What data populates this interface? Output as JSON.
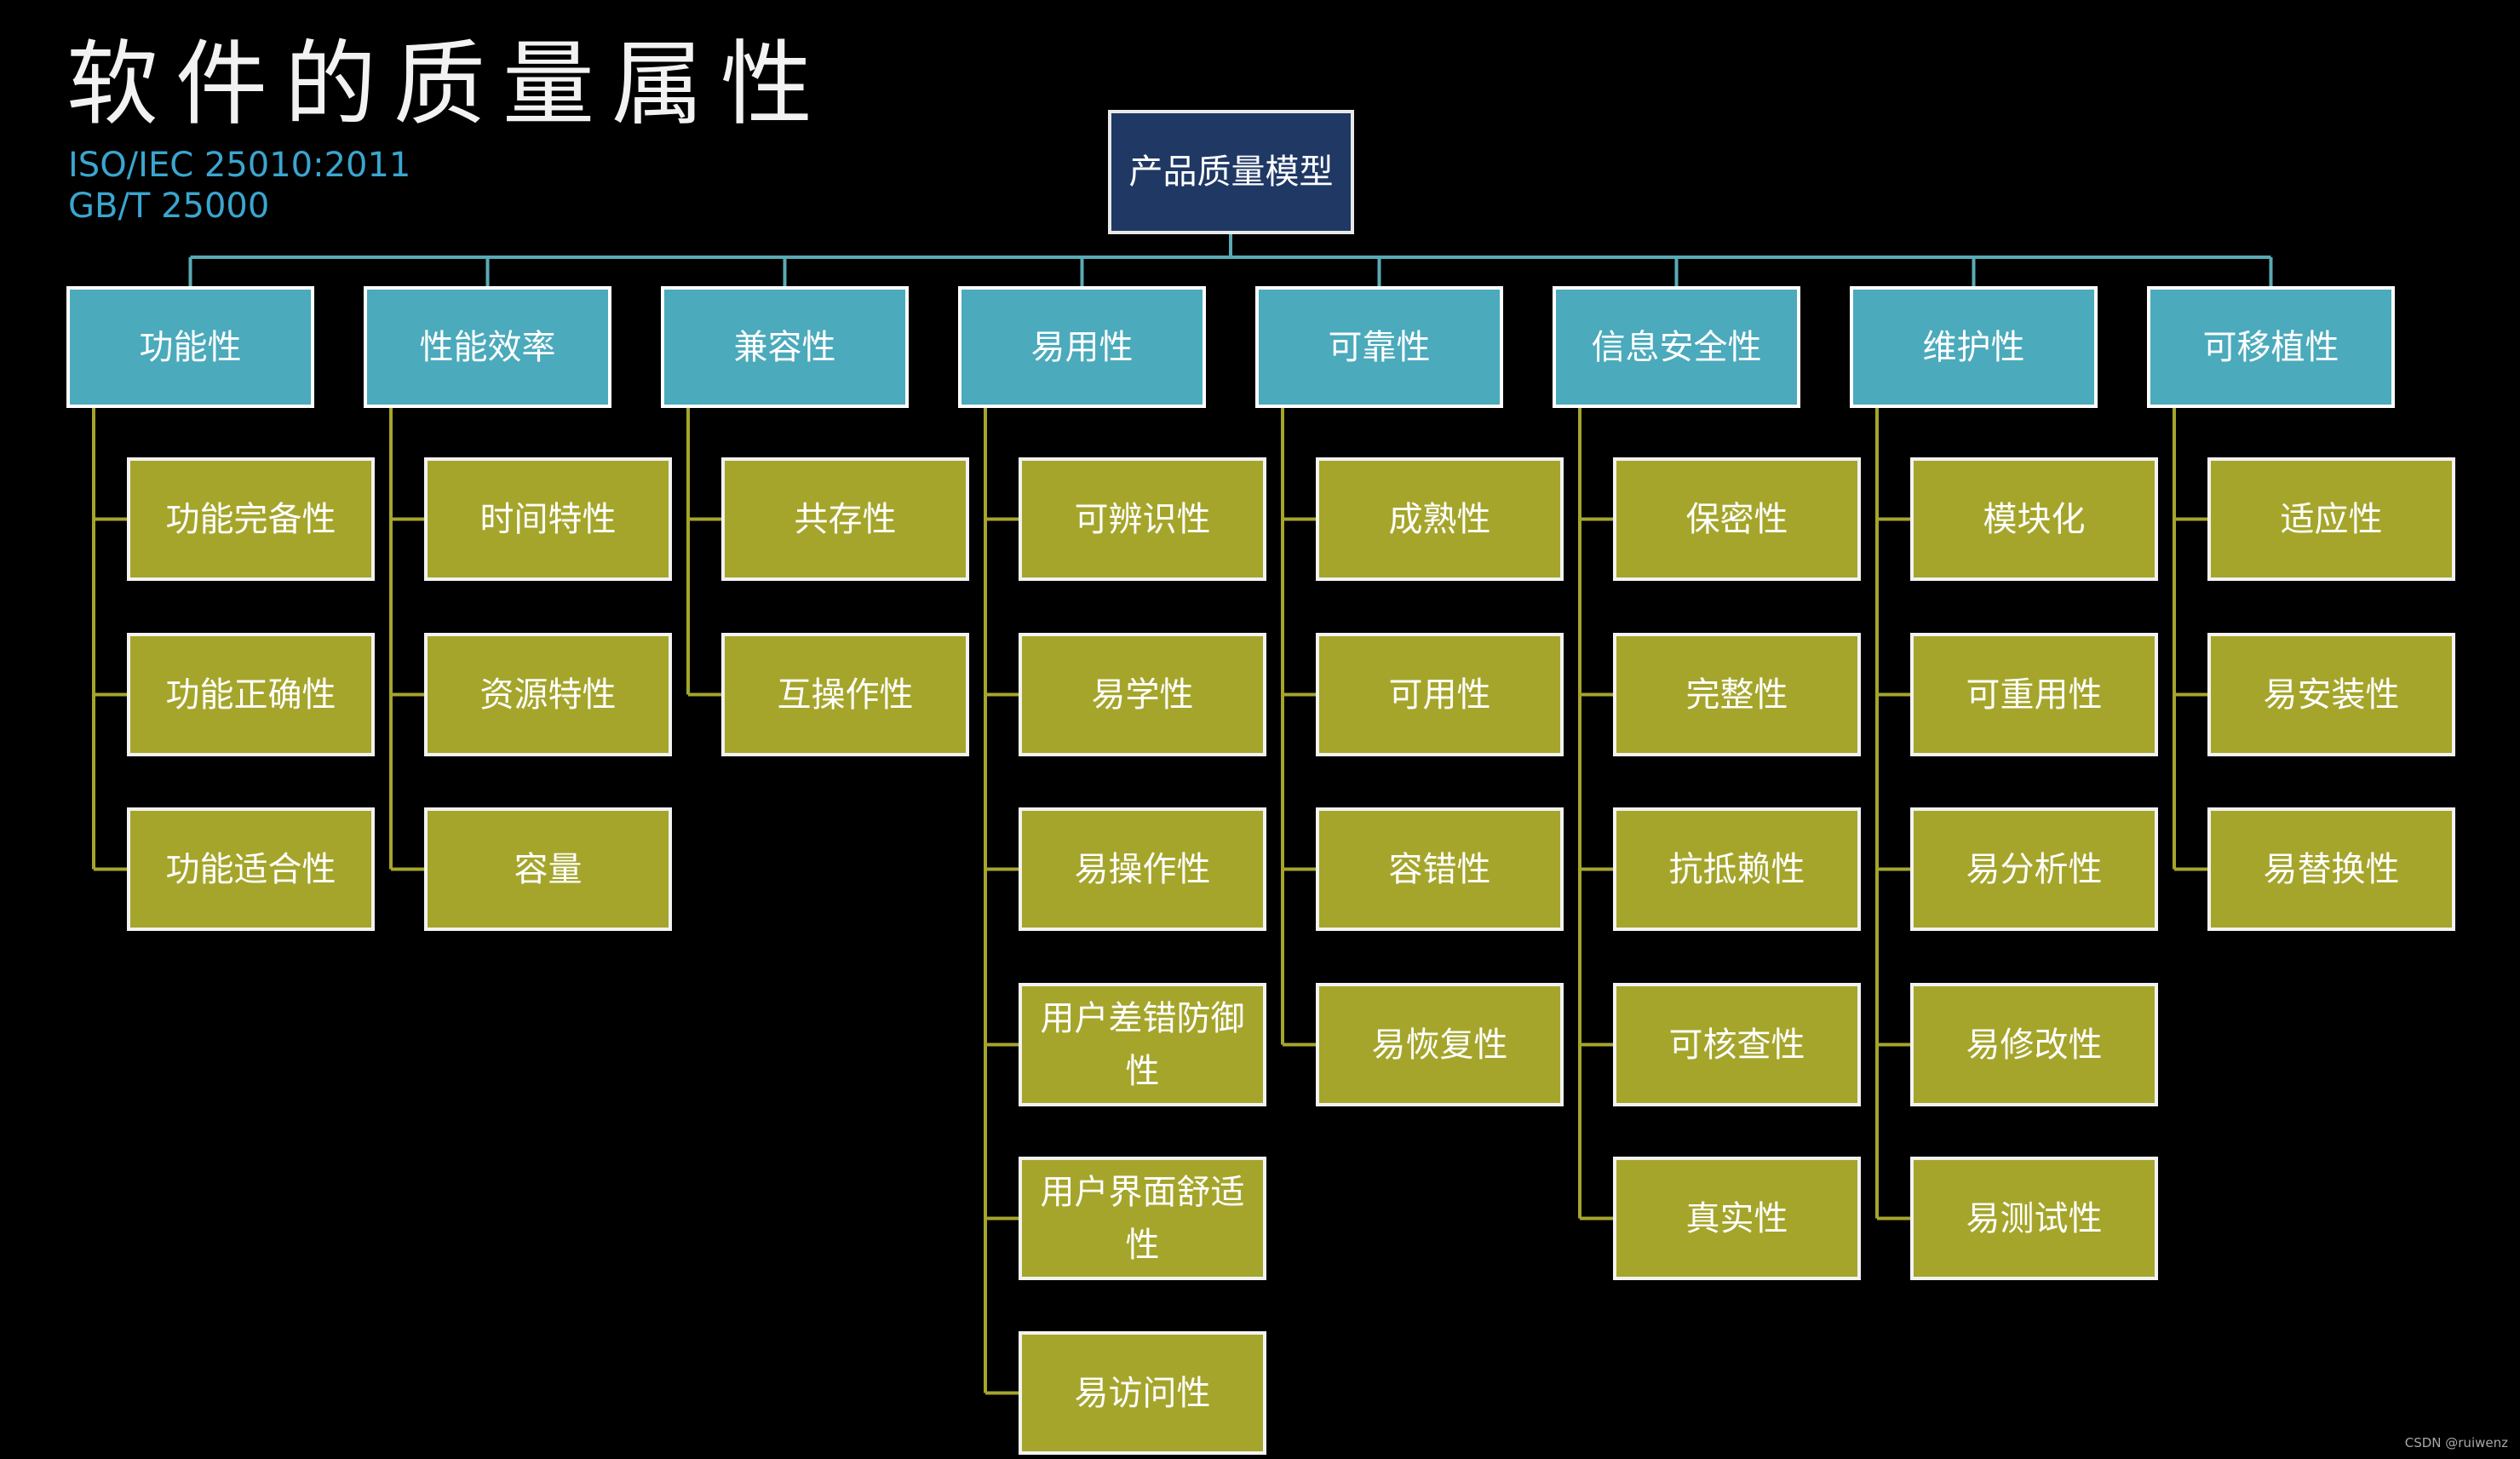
{
  "title": "软件的质量属性",
  "standards": [
    "ISO/IEC 25010:2011",
    "GB/T 25000"
  ],
  "root": "产品质量模型",
  "categories": [
    {
      "label": "功能性",
      "items": [
        "功能完备性",
        "功能正确性",
        "功能适合性"
      ]
    },
    {
      "label": "性能效率",
      "items": [
        "时间特性",
        "资源特性",
        "容量"
      ]
    },
    {
      "label": "兼容性",
      "items": [
        "共存性",
        "互操作性"
      ]
    },
    {
      "label": "易用性",
      "items": [
        "可辨识性",
        "易学性",
        "易操作性",
        "用户差错防御性",
        "用户界面舒适性",
        "易访问性"
      ]
    },
    {
      "label": "可靠性",
      "items": [
        "成熟性",
        "可用性",
        "容错性",
        "易恢复性"
      ]
    },
    {
      "label": "信息安全性",
      "items": [
        "保密性",
        "完整性",
        "抗抵赖性",
        "可核查性",
        "真实性"
      ]
    },
    {
      "label": "维护性",
      "items": [
        "模块化",
        "可重用性",
        "易分析性",
        "易修改性",
        "易测试性"
      ]
    },
    {
      "label": "可移植性",
      "items": [
        "适应性",
        "易安装性",
        "易替换性"
      ]
    }
  ],
  "watermark": "CSDN @ruiwenz",
  "colors": {
    "background": "#000000",
    "root_fill": "#1f3864",
    "category_fill": "#4baabc",
    "subitem_fill": "#a5a52c",
    "standard_text": "#3aa6cf"
  }
}
